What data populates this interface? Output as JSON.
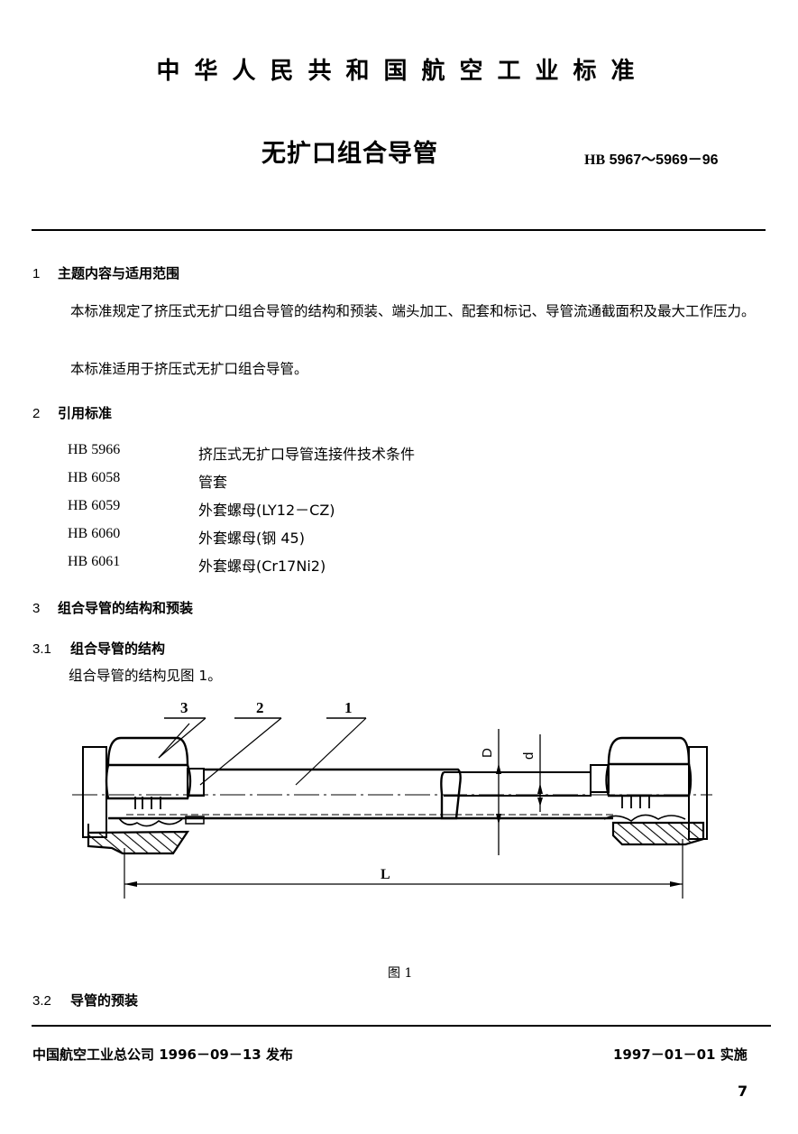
{
  "header": {
    "standard_org_title": "中华人民共和国航空工业标准",
    "doc_title": "无扩口组合导管",
    "doc_code_prefix": "HB",
    "doc_code": "5967～5969－96"
  },
  "sections": {
    "s1": {
      "number": "1",
      "title": "主题内容与适用范围",
      "paragraphs": [
        "本标准规定了挤压式无扩口组合导管的结构和预装、端头加工、配套和标记、导管流通截面积及最大工作压力。",
        "本标准适用于挤压式无扩口组合导管。"
      ]
    },
    "s2": {
      "number": "2",
      "title": "引用标准",
      "references": [
        {
          "code": "HB 5966",
          "name": "挤压式无扩口导管连接件技术条件"
        },
        {
          "code": "HB 6058",
          "name": "管套"
        },
        {
          "code": "HB 6059",
          "name": "外套螺母(LY12－CZ)"
        },
        {
          "code": "HB 6060",
          "name": "外套螺母(钢 45)"
        },
        {
          "code": "HB 6061",
          "name": "外套螺母(Cr17Ni2)"
        }
      ]
    },
    "s3": {
      "number": "3",
      "title": "组合导管的结构和预装"
    },
    "s3_1": {
      "number": "3.1",
      "title": "组合导管的结构",
      "text": "组合导管的结构见图 1。"
    },
    "s3_2": {
      "number": "3.2",
      "title": "导管的预装"
    }
  },
  "figure": {
    "caption": "图 1",
    "callouts": [
      "3",
      "2",
      "1"
    ],
    "dimension_labels": {
      "outer_diameter": "D",
      "inner_diameter": "d",
      "length": "L"
    }
  },
  "footer": {
    "issuer": "中国航空工业总公司 1996－09－13 发布",
    "effective": "1997－01－01 实施",
    "page_number": "7"
  }
}
